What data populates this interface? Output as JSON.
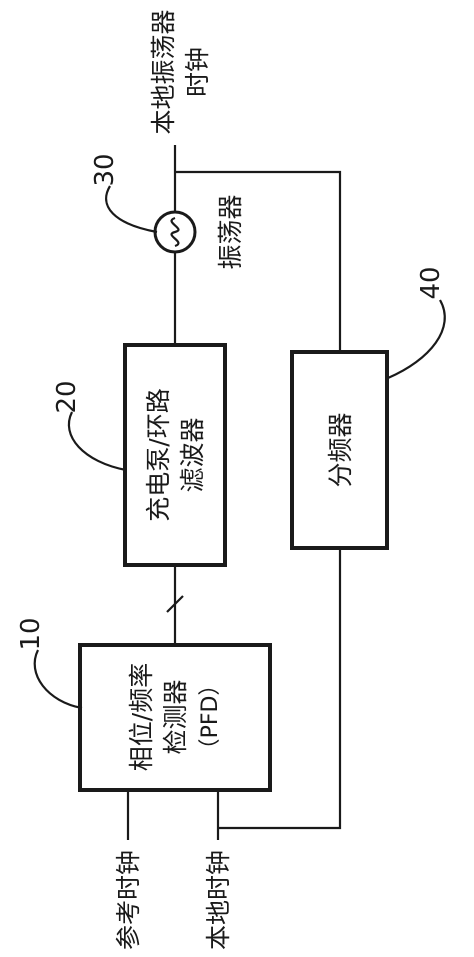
{
  "diagram": {
    "blocks": {
      "pfd": {
        "ref": "10",
        "lines": [
          "相位/频率",
          "检测器",
          "（PFD）"
        ]
      },
      "charge_pump": {
        "ref": "20",
        "lines": [
          "充电泵/环路",
          "滤波器"
        ]
      },
      "oscillator": {
        "ref": "30",
        "label": "振荡器"
      },
      "divider": {
        "ref": "40",
        "label": "分频器"
      }
    },
    "signals": {
      "reference_clock": "参考时钟",
      "local_clock": "本地时钟",
      "local_oscillator_clock": [
        "本地振荡器",
        "时钟"
      ]
    }
  }
}
